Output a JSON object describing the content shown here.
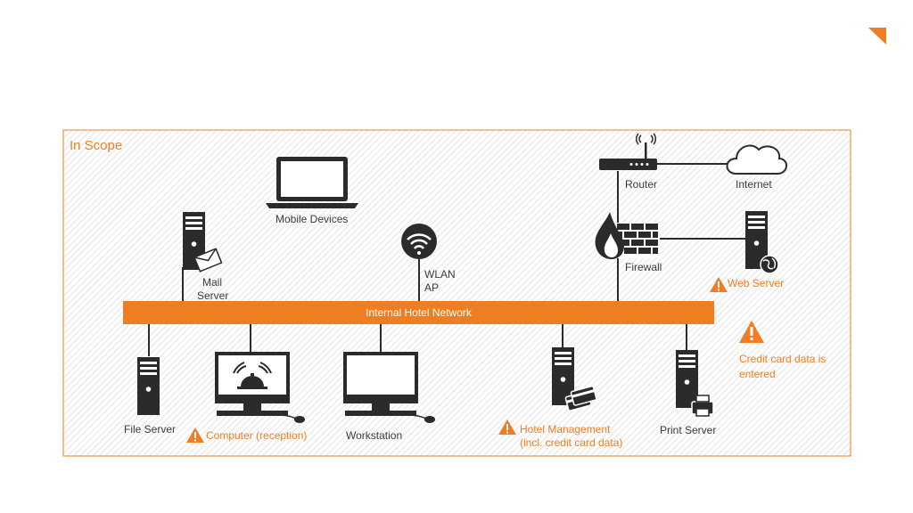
{
  "scope": {
    "title": "In Scope"
  },
  "network": {
    "label": "Internal Hotel Network"
  },
  "nodes": {
    "mobile": "Mobile Devices",
    "mail": [
      "Mail",
      "Server"
    ],
    "wlan": [
      "WLAN",
      "AP"
    ],
    "router": "Router",
    "internet": "Internet",
    "firewall": "Firewall",
    "web": "Web Server",
    "file": "File Server",
    "reception": "Computer (reception)",
    "workstation": "Workstation",
    "hotel": [
      "Hotel Management",
      "(incl. credit card data)"
    ],
    "print": "Print Server"
  },
  "legend": {
    "lines": [
      "Credit card data is",
      "entered"
    ]
  },
  "colors": {
    "accent": "#ef7d21",
    "dark": "#2b2b2b",
    "hatch": "#d6d6d6"
  }
}
